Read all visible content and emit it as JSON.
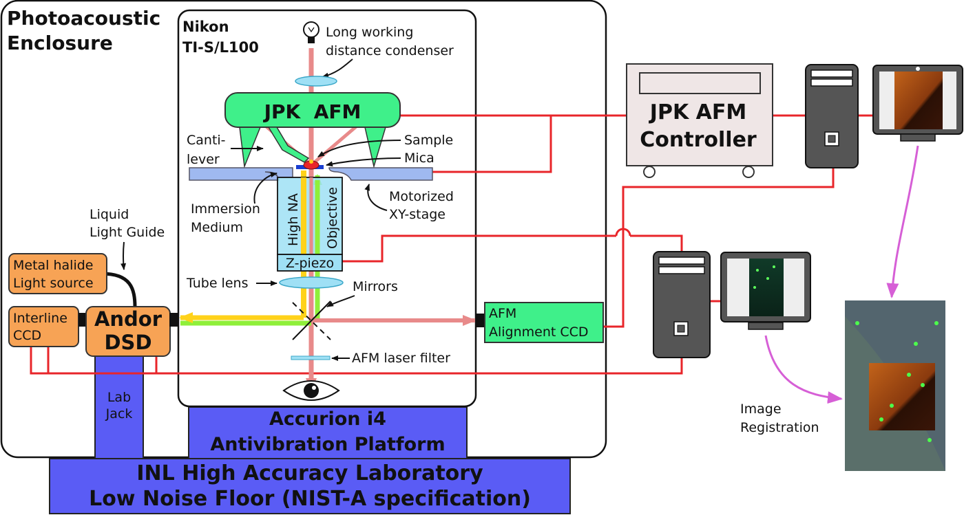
{
  "enclosure": {
    "line1": "Photoacoustic",
    "line2": "Enclosure"
  },
  "microscope": {
    "line1": "Nikon",
    "line2": "TI-S/L100"
  },
  "condenser": {
    "line1": "Long working",
    "line2": "distance condenser"
  },
  "afm_head": "JPK  AFM",
  "cantilever": {
    "line1": "Canti-",
    "line2": "lever"
  },
  "sample": "Sample",
  "mica": "Mica",
  "stage": {
    "line1": "Motorized",
    "line2": "XY-stage"
  },
  "immersion": {
    "line1": "Immersion",
    "line2": "Medium"
  },
  "objective": {
    "left": "High NA",
    "right": "Objective"
  },
  "zpiezo": "Z-piezo",
  "tube_lens": "Tube lens",
  "mirrors": "Mirrors",
  "afm_filter": "AFM laser filter",
  "align_ccd": {
    "line1": "AFM",
    "line2": "Alignment CCD"
  },
  "light_guide": {
    "line1": "Liquid",
    "line2": "Light Guide"
  },
  "metal_halide": {
    "line1": "Metal halide",
    "line2": "Light source"
  },
  "interline": {
    "line1": "Interline",
    "line2": "CCD"
  },
  "andor": {
    "line1": "Andor",
    "line2": "DSD"
  },
  "lab_jack": {
    "line1": "Lab",
    "line2": "Jack"
  },
  "accurion": {
    "line1": "Accurion i4",
    "line2": "Antivibration Platform"
  },
  "inl": {
    "line1": "INL High Accuracy Laboratory",
    "line2": "Low Noise Floor (NIST-A specification)"
  },
  "controller": {
    "line1": "JPK AFM",
    "line2": "Controller"
  },
  "registration": {
    "line1": "Image",
    "line2": "Registration"
  },
  "colors": {
    "wire": "#e8252a",
    "green_box": "#3ff08a",
    "orange_box": "#f7a355",
    "blue_platform": "#5a5cf5",
    "optics": "#9fe0f5",
    "beam_pink": "#e88a8a",
    "registration_arrow": "#d65fd6"
  }
}
